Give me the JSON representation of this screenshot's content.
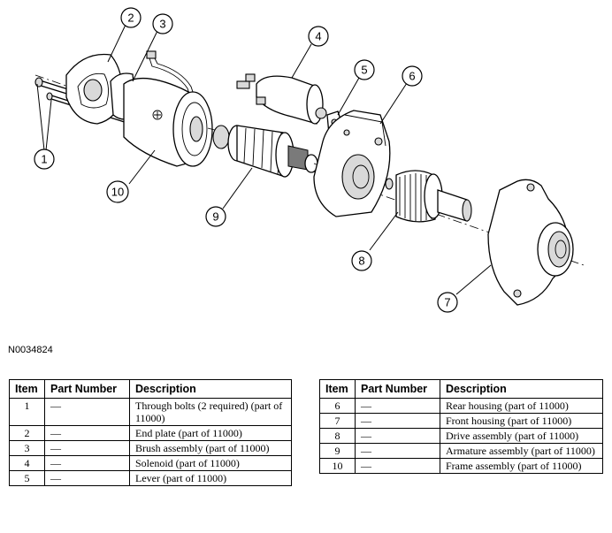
{
  "figure_id": "N0034824",
  "callouts": [
    "1",
    "2",
    "3",
    "4",
    "5",
    "6",
    "7",
    "8",
    "9",
    "10"
  ],
  "table_headers": {
    "item": "Item",
    "part_number": "Part Number",
    "description": "Description"
  },
  "parts_left": [
    {
      "item": "1",
      "part_number": "—",
      "description": "Through bolts (2 required) (part of 11000)"
    },
    {
      "item": "2",
      "part_number": "—",
      "description": "End plate (part of 11000)"
    },
    {
      "item": "3",
      "part_number": "—",
      "description": "Brush assembly (part of 11000)"
    },
    {
      "item": "4",
      "part_number": "—",
      "description": "Solenoid (part of 11000)"
    },
    {
      "item": "5",
      "part_number": "—",
      "description": "Lever (part of 11000)"
    }
  ],
  "parts_right": [
    {
      "item": "6",
      "part_number": "—",
      "description": "Rear housing (part of 11000)"
    },
    {
      "item": "7",
      "part_number": "—",
      "description": "Front housing (part of 11000)"
    },
    {
      "item": "8",
      "part_number": "—",
      "description": "Drive assembly (part of 11000)"
    },
    {
      "item": "9",
      "part_number": "—",
      "description": "Armature assembly (part of 11000)"
    },
    {
      "item": "10",
      "part_number": "—",
      "description": "Frame assembly (part of 11000)"
    }
  ]
}
